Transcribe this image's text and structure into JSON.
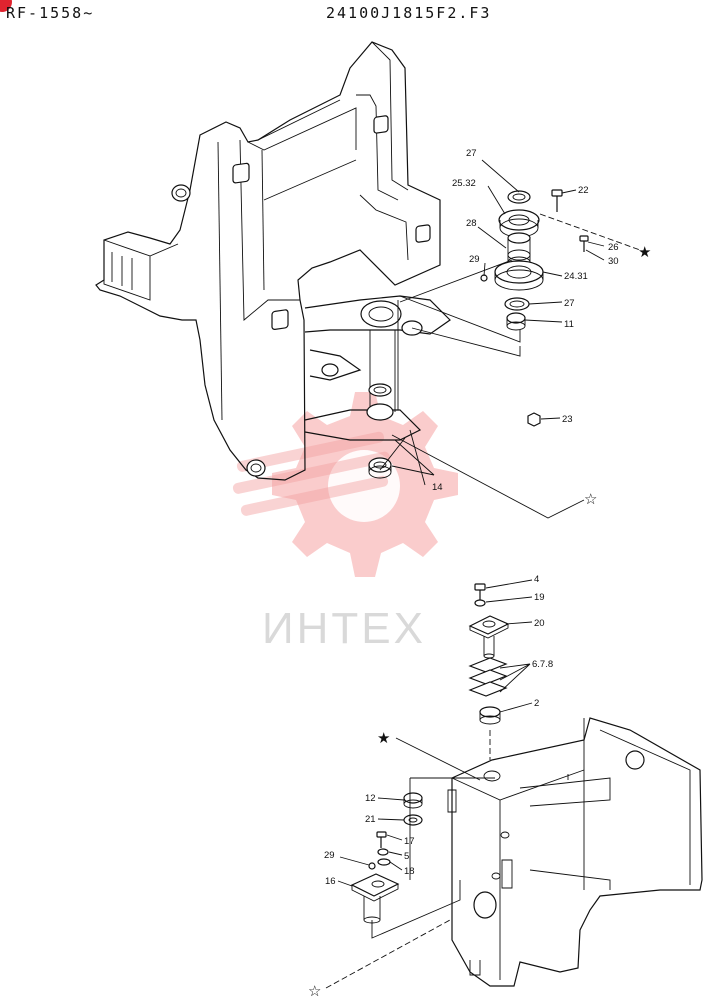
{
  "header": {
    "left_code": "RF-1558~",
    "right_code": "24100J1815F2.F3"
  },
  "watermark": {
    "text": "ИНТЕХ",
    "color": "#f5a3a3"
  },
  "accent": "#e0242f",
  "labels": {
    "p27a": "27",
    "p2532": "25.32",
    "p22": "22",
    "p28": "28",
    "p26": "26",
    "p30": "30",
    "p29a": "29",
    "p2431": "24.31",
    "p27b": "27",
    "p11": "11",
    "p23": "23",
    "p14": "14",
    "p4": "4",
    "p19": "19",
    "p20": "20",
    "p678": "6.7.8",
    "p2": "2",
    "p12": "12",
    "p21": "21",
    "p17": "17",
    "p5": "5",
    "p18": "18",
    "p29b": "29",
    "p16": "16"
  },
  "markers": {
    "filled_star": "★",
    "open_star": "☆"
  }
}
